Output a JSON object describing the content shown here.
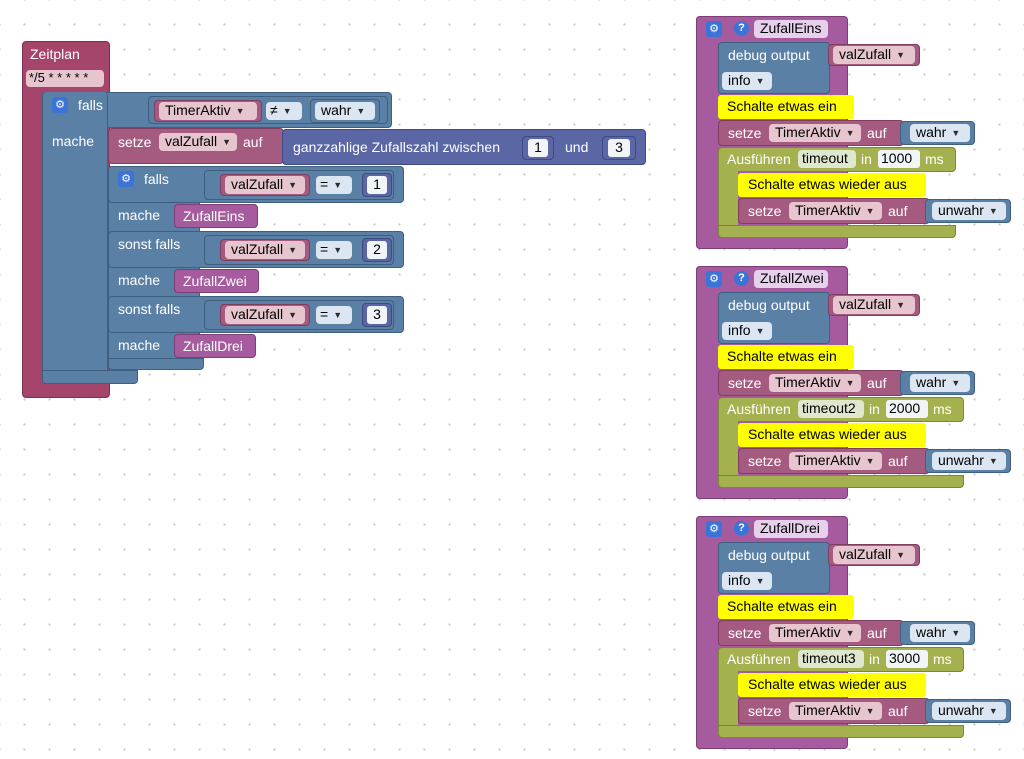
{
  "schedule": {
    "title": "Zeitplan",
    "cron": "*/5 * * * * *"
  },
  "if_main": {
    "falls": "falls",
    "mache": "mache",
    "cond_var": "TimerAktiv",
    "cond_op": "≠",
    "cond_val": "wahr",
    "setze": "setze",
    "set_var": "valZufall",
    "auf": "auf",
    "random_label": "ganzzahlige Zufallszahl zwischen",
    "random_from": "1",
    "und": "und",
    "random_to": "3"
  },
  "inner_if": {
    "falls": "falls",
    "sonst_falls": "sonst falls",
    "mache": "mache",
    "var": "valZufall",
    "op": "=",
    "branches": [
      {
        "value": "1",
        "call": "ZufallEins"
      },
      {
        "value": "2",
        "call": "ZufallZwei"
      },
      {
        "value": "3",
        "call": "ZufallDrei"
      }
    ]
  },
  "functions": [
    {
      "name": "ZufallEins",
      "debug": "debug output",
      "debug_var": "valZufall",
      "level": "info",
      "on_text": "Schalte etwas ein",
      "setze": "setze",
      "var": "TimerAktiv",
      "auf": "auf",
      "val_true": "wahr",
      "exec": "Ausführen",
      "timeout": "timeout",
      "in": "in",
      "ms_value": "1000",
      "ms": "ms",
      "off_text": "Schalte etwas wieder aus",
      "val_false": "unwahr"
    },
    {
      "name": "ZufallZwei",
      "debug": "debug output",
      "debug_var": "valZufall",
      "level": "info",
      "on_text": "Schalte etwas ein",
      "setze": "setze",
      "var": "TimerAktiv",
      "auf": "auf",
      "val_true": "wahr",
      "exec": "Ausführen",
      "timeout": "timeout2",
      "in": "in",
      "ms_value": "2000",
      "ms": "ms",
      "off_text": "Schalte etwas wieder aus",
      "val_false": "unwahr"
    },
    {
      "name": "ZufallDrei",
      "debug": "debug output",
      "debug_var": "valZufall",
      "level": "info",
      "on_text": "Schalte etwas ein",
      "setze": "setze",
      "var": "TimerAktiv",
      "auf": "auf",
      "val_true": "wahr",
      "exec": "Ausführen",
      "timeout": "timeout3",
      "in": "in",
      "ms_value": "3000",
      "ms": "ms",
      "off_text": "Schalte etwas wieder aus",
      "val_false": "unwahr"
    }
  ],
  "colors": {
    "procedure": "#a55b9e",
    "trigger": "#a5456b",
    "logic": "#5b80a5",
    "math": "#5b67a5",
    "variable": "#a55b80",
    "timeout": "#a5b04e",
    "comment": "#ffff00"
  },
  "icons": {
    "config": "gear-icon",
    "help": "question-icon",
    "dropdown": "dropdown-arrow-icon"
  }
}
